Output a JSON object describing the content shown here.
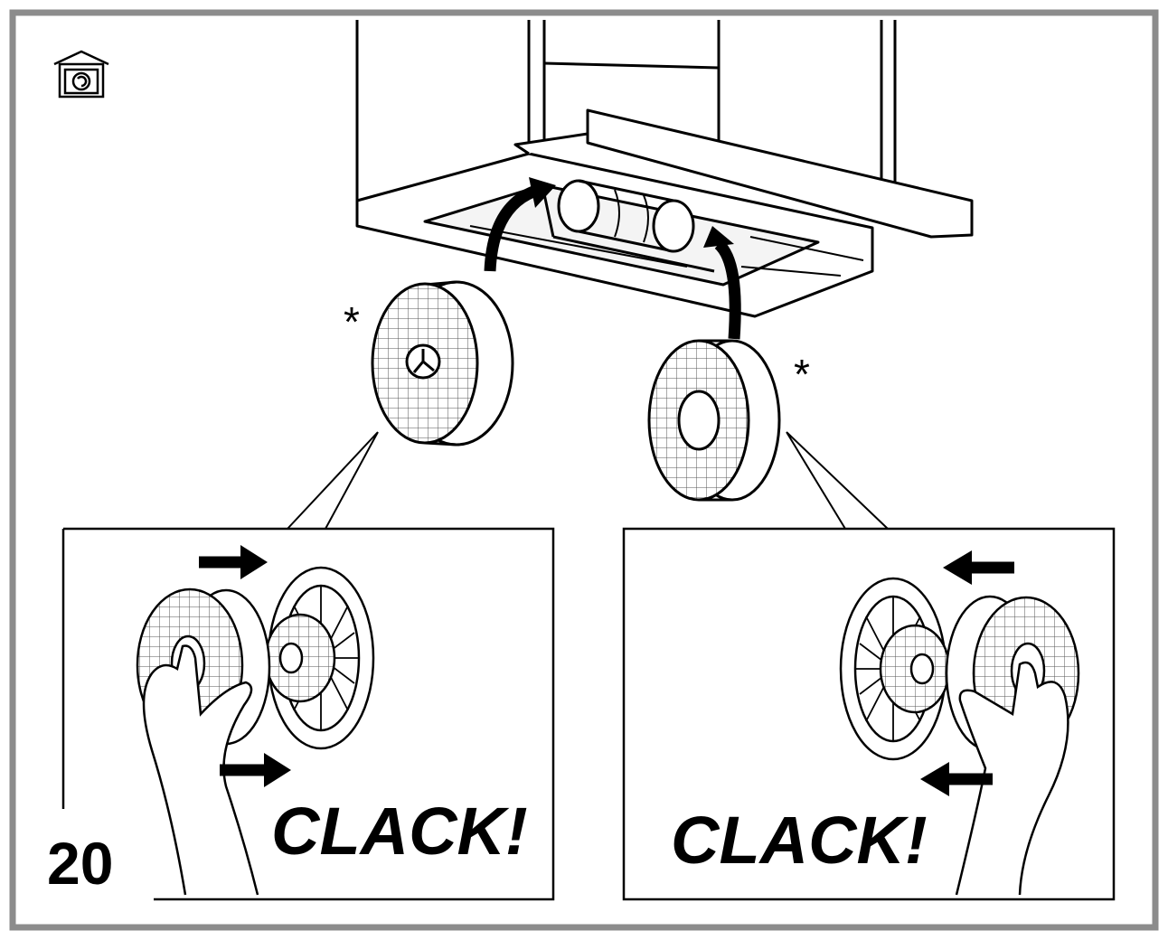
{
  "figure": {
    "number": "20",
    "icon": "recirculation-house-icon",
    "frame_color": "#8c8c8c",
    "line_color": "#000000"
  },
  "top": {
    "filter_left": {
      "marker": "*"
    },
    "filter_right": {
      "marker": "*"
    }
  },
  "panels": {
    "left": {
      "sound": "CLACK!"
    },
    "right": {
      "sound": "CLACK!"
    }
  }
}
